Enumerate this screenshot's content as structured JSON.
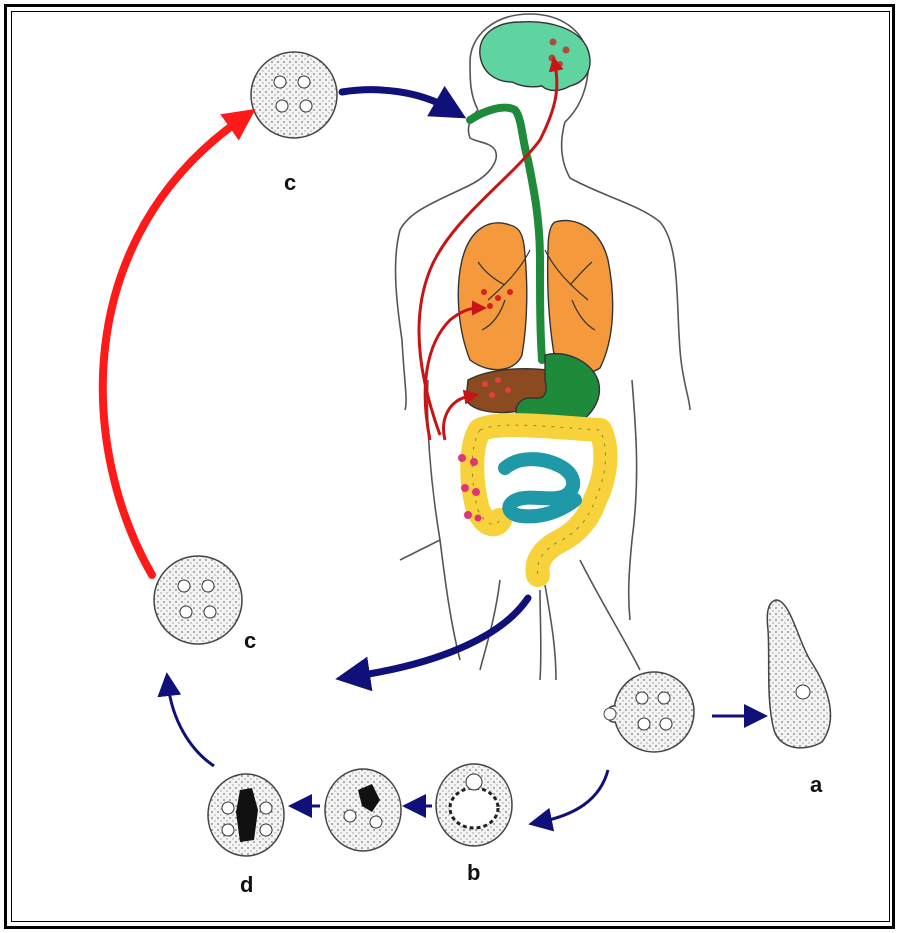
{
  "labels": {
    "c_top": "c",
    "c_mid": "c",
    "a": "a",
    "b": "b",
    "d": "d"
  },
  "colors": {
    "transmission_arrow": "#ff1a1a",
    "flow_arrow": "#10107a",
    "blood_route": "#c81414",
    "brain": "#5fd3a0",
    "lungs": "#f59a3c",
    "liver": "#8b4a1f",
    "digestive_tract": "#1e8a3a",
    "colon": "#f7d23a",
    "small_intestine": "#1f98a8",
    "lesion_spots": "#e0347a",
    "body_outline": "#555555"
  }
}
